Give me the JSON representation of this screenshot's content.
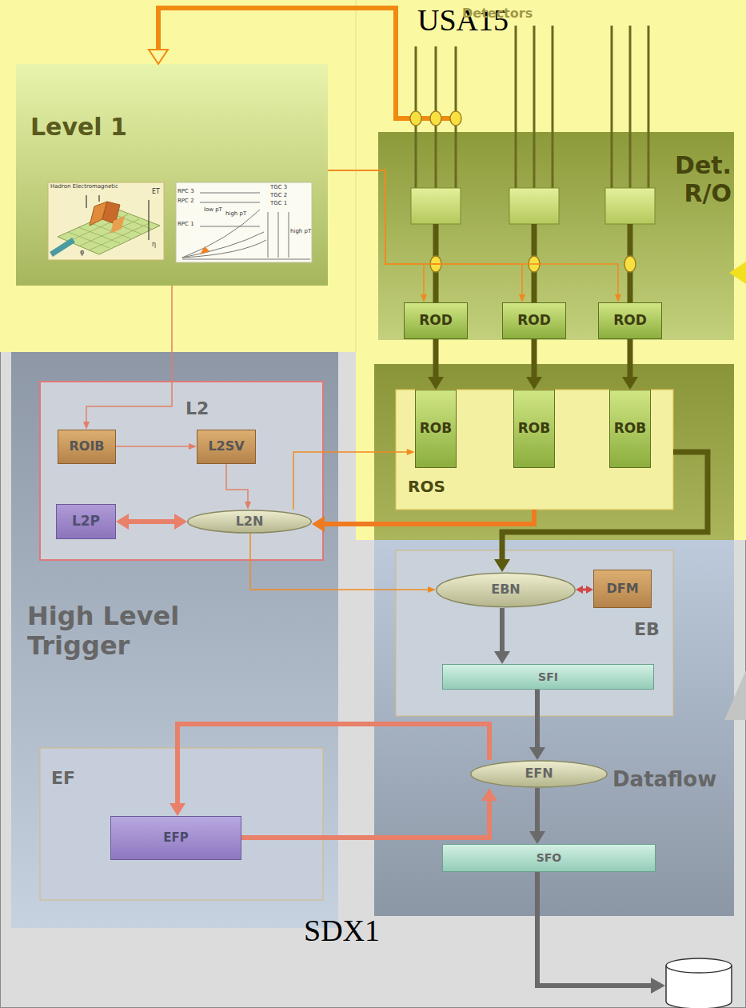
{
  "diagram": {
    "nodes": [
      {
        "text": [
          "USA15"
        ]
      },
      {
        "text": [
          "Level 1"
        ],
        "in": 0
      },
      {
        "text": [
          "Det. R/O"
        ],
        "in": 0
      },
      {
        "text": [
          "ROD"
        ],
        "in": 2
      },
      {
        "text": [
          "ROD"
        ],
        "in": 2
      },
      {
        "text": [
          "ROD"
        ],
        "in": 2
      },
      {
        "text": [
          "ROS"
        ],
        "in": 0
      },
      {
        "text": [
          "ROB"
        ],
        "in": 6
      },
      {
        "text": [
          "ROB"
        ],
        "in": 6
      },
      {
        "text": [
          "ROB"
        ],
        "in": 6
      },
      {
        "text": [
          "SDX1"
        ]
      },
      {
        "text": [
          "High Level Trigger"
        ],
        "in": 10
      },
      {
        "text": [
          "L2"
        ],
        "in": 11
      },
      {
        "text": [
          "ROIB"
        ],
        "in": 12
      },
      {
        "text": [
          "L2SV"
        ],
        "in": 12
      },
      {
        "text": [
          "L2P"
        ],
        "in": 12
      },
      {
        "text": [
          "L2N"
        ],
        "in": 12
      },
      {
        "text": [
          "EF"
        ],
        "in": 11
      },
      {
        "text": [
          "EFP"
        ],
        "in": 17
      },
      {
        "text": [
          "Dataflow"
        ],
        "in": 10
      },
      {
        "text": [
          "EB"
        ],
        "in": 19
      },
      {
        "text": [
          "EBN"
        ],
        "in": 20
      },
      {
        "text": [
          "DFM"
        ],
        "in": 20
      },
      {
        "text": [
          "SFI"
        ],
        "in": 20
      },
      {
        "text": [
          "EFN"
        ],
        "in": 19
      },
      {
        "text": [
          "SFO"
        ],
        "in": 19
      }
    ],
    "edges": [
      {
        "from": 1,
        "to": 3,
        "arrow": "to"
      },
      {
        "from": 1,
        "to": 4,
        "arrow": "to"
      },
      {
        "from": 1,
        "to": 5,
        "arrow": "to"
      },
      {
        "from": 3,
        "to": 7,
        "arrow": "to"
      },
      {
        "from": 4,
        "to": 8,
        "arrow": "to"
      },
      {
        "from": 5,
        "to": 9,
        "arrow": "to"
      },
      {
        "from": 1,
        "to": 13,
        "arrow": "to"
      },
      {
        "from": 13,
        "to": 14,
        "arrow": "to"
      },
      {
        "from": 14,
        "to": 16,
        "arrow": "to"
      },
      {
        "from": 15,
        "to": 16,
        "arrow": "both"
      },
      {
        "from": 6,
        "to": 16,
        "arrow": "to"
      },
      {
        "from": 16,
        "to": 7,
        "arrow": "to"
      },
      {
        "from": 16,
        "to": 21,
        "arrow": "to"
      },
      {
        "from": 6,
        "to": 21,
        "arrow": "to"
      },
      {
        "from": 22,
        "to": 21,
        "arrow": "both"
      },
      {
        "from": 21,
        "to": 23,
        "arrow": "to"
      },
      {
        "from": 23,
        "to": 24,
        "arrow": "to"
      },
      {
        "from": 24,
        "to": 18,
        "arrow": "to"
      },
      {
        "from": 18,
        "to": 24,
        "arrow": "to"
      },
      {
        "from": 24,
        "to": 25,
        "arrow": "to"
      }
    ],
    "labels": [
      "Detectors",
      "Hadron Electromagnetic",
      "ET",
      "η",
      "φ",
      "RPC 3",
      "RPC 2",
      "RPC 1",
      "low pT",
      "high pT",
      "TGC 3",
      "TGC 2",
      "TGC 1",
      "high pT"
    ]
  }
}
